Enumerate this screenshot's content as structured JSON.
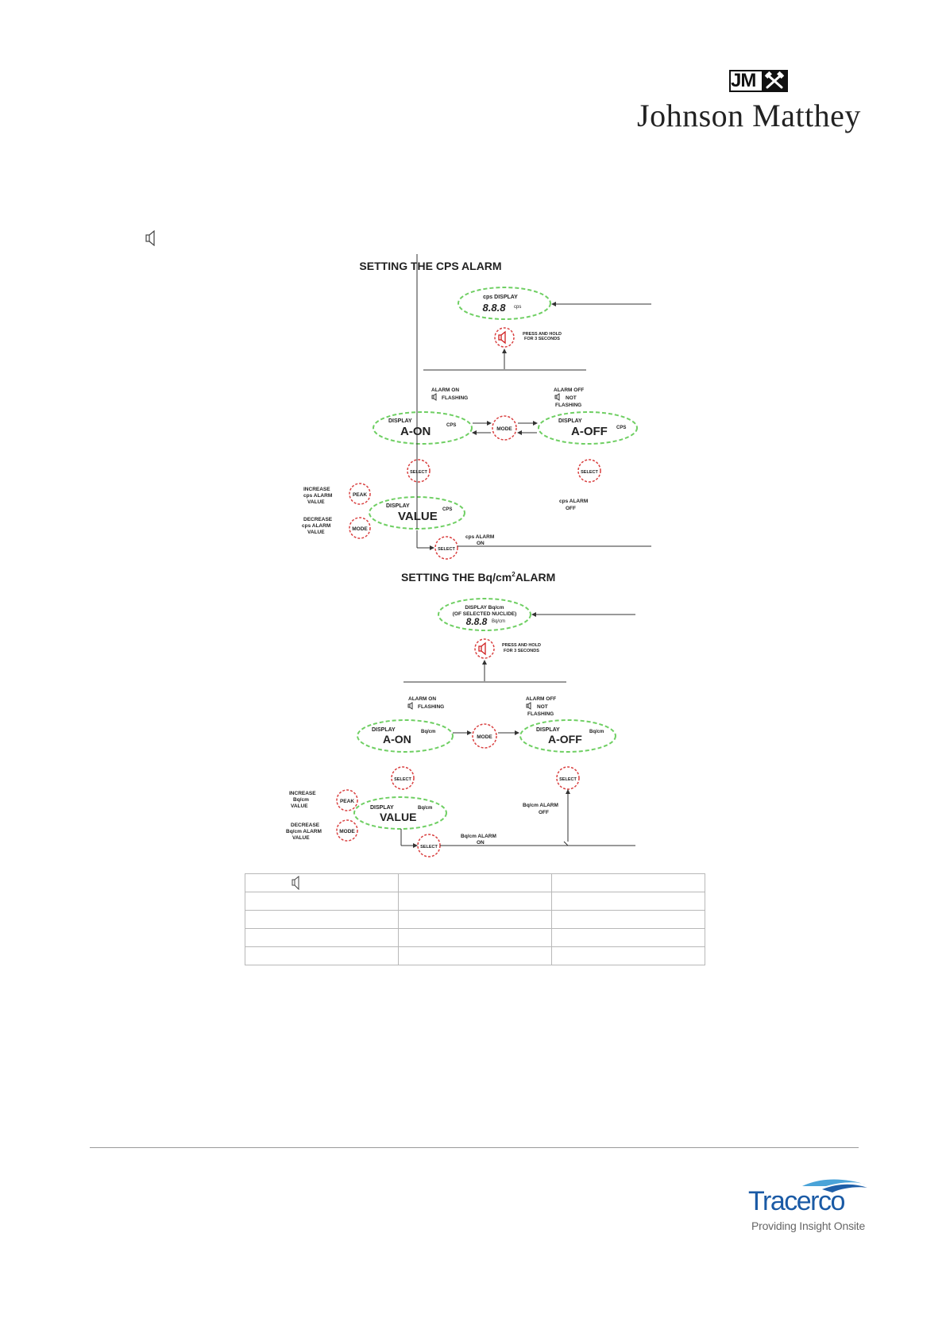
{
  "header": {
    "logo_letters": "JM",
    "company_name": "Johnson Matthey"
  },
  "cps_section": {
    "title": "SETTING THE CPS ALARM",
    "display_label": "cps  DISPLAY",
    "display_digits": "8.8.8",
    "display_unit": "cps",
    "press_hold_line1": "PRESS AND HOLD",
    "press_hold_line2": "FOR 3 SECONDS",
    "alarm_on_line1": "ALARM ON",
    "alarm_on_line2": "FLASHING",
    "alarm_off_line1": "ALARM OFF",
    "alarm_off_line2": "NOT",
    "alarm_off_line3": "FLASHING",
    "aon_small": "DISPLAY",
    "aon_big": "A-ON",
    "aon_unit": "CPS",
    "mode_btn": "MODE",
    "aoff_small": "DISPLAY",
    "aoff_big": "A-OFF",
    "aoff_unit": "CPS",
    "select_left": "SELECT",
    "select_right": "SELECT",
    "alarm_off_result_line1": "cps  ALARM",
    "alarm_off_result_line2": "OFF",
    "increase_line1": "INCREASE",
    "increase_line2": "cps  ALARM",
    "increase_line3": "VALUE",
    "peak_btn": "PEAK",
    "decrease_line1": "DECREASE",
    "decrease_line2": "cps  ALARM",
    "decrease_line3": "VALUE",
    "mode_btn2": "MODE",
    "value_small": "DISPLAY",
    "value_big": "VALUE",
    "value_unit": "CPS",
    "select_bottom": "SELECT",
    "alarm_on_result_line1": "cps  ALARM",
    "alarm_on_result_line2": "ON"
  },
  "bq_section": {
    "title": "SETTING THE Bq/cm",
    "title_sup": "2",
    "title_suffix": "ALARM",
    "display_line1": "DISPLAY Bq/cm",
    "display_line2": "(OF SELECTED NUCLIDE)",
    "display_digits": "8.8.8",
    "display_unit": "Bq/cm",
    "press_hold_line1": "PRESS AND HOLD",
    "press_hold_line2": "FOR 3 SECONDS",
    "alarm_on_line1": "ALARM ON",
    "alarm_on_line2": "FLASHING",
    "alarm_off_line1": "ALARM OFF",
    "alarm_off_line2": "NOT",
    "alarm_off_line3": "FLASHING",
    "aon_small": "DISPLAY",
    "aon_big": "A-ON",
    "aon_unit": "Bq/cm",
    "mode_btn": "MODE",
    "aoff_small": "DISPLAY",
    "aoff_big": "A-OFF",
    "aoff_unit": "Bq/cm",
    "select_left": "SELECT",
    "select_right": "SELECT",
    "alarm_off_result_line1": "Bq/cm  ALARM",
    "alarm_off_result_line2": "OFF",
    "increase_line1": "INCREASE",
    "increase_line2": "Bq/cm",
    "increase_line3": "VALUE",
    "peak_btn": "PEAK",
    "decrease_line1": "DECREASE",
    "decrease_line2": "Bq/cm  ALARM",
    "decrease_line3": "VALUE",
    "mode_btn2": "MODE",
    "value_small": "DISPLAY",
    "value_big": "VALUE",
    "value_unit": "Bq/cm",
    "select_bottom": "SELECT",
    "alarm_on_result_line1": "Bq/cm  ALARM",
    "alarm_on_result_line2": "ON"
  },
  "table": {
    "rows": [
      [
        "",
        "",
        ""
      ],
      [
        "",
        "",
        ""
      ],
      [
        "",
        "",
        ""
      ],
      [
        "",
        "",
        ""
      ],
      [
        "",
        "",
        ""
      ]
    ]
  },
  "footer": {
    "brand": "Tracerco",
    "tagline": "Providing Insight Onsite"
  },
  "icons": [
    "jm-hammer-icon",
    "speaker-icon"
  ]
}
